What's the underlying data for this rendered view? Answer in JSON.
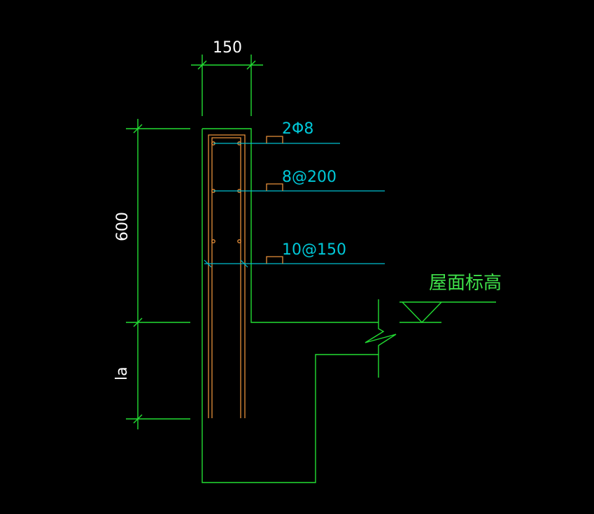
{
  "drawing": {
    "dimensions": {
      "width": "150",
      "height": "600",
      "anchorage": "la"
    },
    "rebar_labels": {
      "top_bars": "2Φ8",
      "stirrups": "8@200",
      "vertical_bars": "10@150"
    },
    "elevation_label": "屋面标高"
  },
  "colors": {
    "background": "#000000",
    "outline": "#22dd33",
    "rebar_leader": "#00c0d0",
    "rebar": "#e8903a",
    "dimension_text": "#ffffff"
  }
}
